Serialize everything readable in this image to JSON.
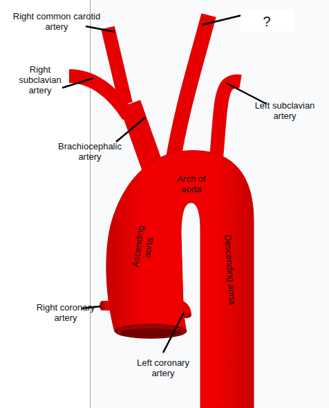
{
  "diagram": {
    "labels": [
      "Right common carotid artery",
      "Right subclavian artery",
      "Brachiocephalic artery",
      "?",
      "Left subclavian artery",
      "Arch of aorta",
      "Ascending aorta",
      "Descending aorta",
      "Right coronary artery",
      "Left coronary artery"
    ]
  }
}
